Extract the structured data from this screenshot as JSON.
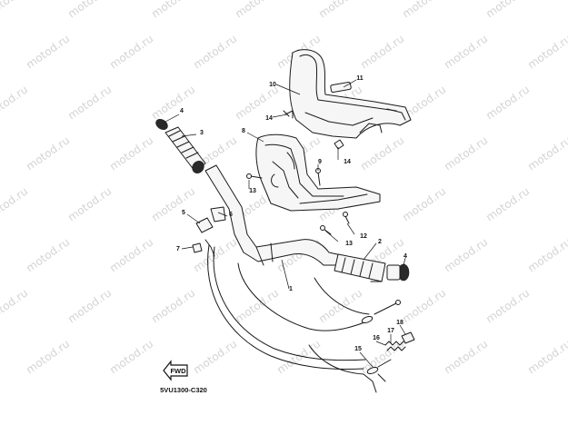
{
  "watermark": {
    "text": "motod.ru"
  },
  "callouts": [
    "1",
    "2",
    "3",
    "4",
    "4",
    "5",
    "6",
    "7",
    "8",
    "9",
    "10",
    "11",
    "12",
    "13",
    "13",
    "14",
    "14",
    "15",
    "16",
    "17",
    "18"
  ],
  "diagram_code": "5VU1300-C320",
  "icon": {
    "name": "front-arrow-icon",
    "label": "FWD"
  }
}
